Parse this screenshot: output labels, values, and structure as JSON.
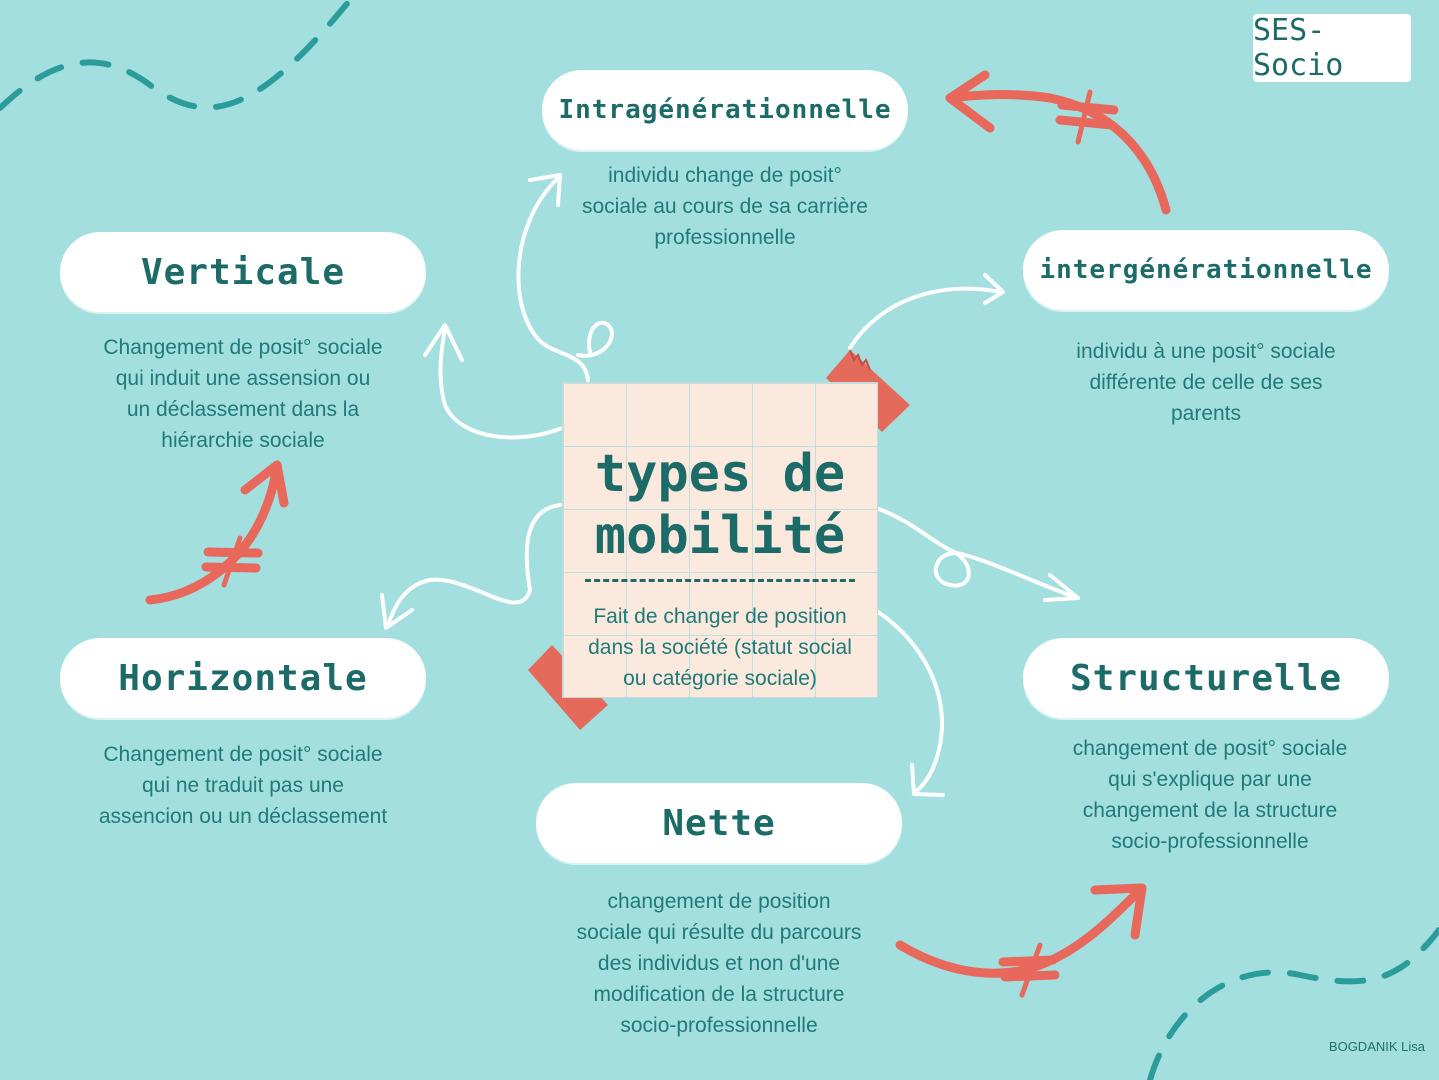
{
  "tag": "SES-Socio",
  "center": {
    "title": "types de\nmobilité",
    "definition": "Fait de changer de position\ndans la société (statut social\nou catégorie sociale)"
  },
  "nodes": {
    "intra": {
      "label": "Intragénérationnelle",
      "description": "individu change de posit°\nsociale au cours de sa carrière\nprofessionnelle"
    },
    "inter": {
      "label": "intergénérationnelle",
      "description": "individu à une posit° sociale\ndifférente de celle de ses\nparents"
    },
    "verticale": {
      "label": "Verticale",
      "description": "Changement de posit° sociale\nqui induit une assension ou\nun déclassement dans la\nhiérarchie sociale"
    },
    "horizontale": {
      "label": "Horizontale",
      "description": "Changement de posit° sociale\nqui ne traduit pas une\nassencion ou un déclassement"
    },
    "structurelle": {
      "label": "Structurelle",
      "description": "changement de posit° sociale\nqui s'explique par une\nchangement de la structure\nsocio-professionnelle"
    },
    "nette": {
      "label": "Nette",
      "description": "changement de position\nsociale qui résulte du parcours\ndes individus et non d'une\nmodification de la structure\nsocio-professionnelle"
    }
  },
  "contrast_symbol": "≠",
  "author": "BOGDANIK Lisa",
  "colors": {
    "background": "#a4dfe0",
    "text": "#1f7a78",
    "accent_red": "#e8685b",
    "note": "#fbe9de"
  }
}
